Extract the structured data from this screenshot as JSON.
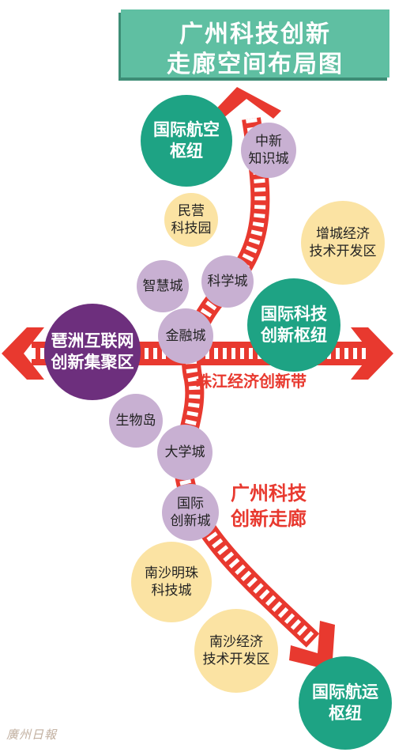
{
  "title": {
    "line1": "广州科技创新",
    "line2": "走廊空间布局图"
  },
  "hubs": {
    "airport": {
      "line1": "国际航空",
      "line2": "枢纽"
    },
    "tech": {
      "line1": "国际科技",
      "line2": "创新枢纽"
    },
    "internet": {
      "line1": "琶洲互联网",
      "line2": "创新集聚区"
    },
    "shipping": {
      "line1": "国际航运",
      "line2": "枢纽"
    }
  },
  "nodes": {
    "zhongxin": {
      "line1": "中新",
      "line2": "知识城"
    },
    "minying": {
      "line1": "民营",
      "line2": "科技园"
    },
    "zengcheng": {
      "line1": "增城经济",
      "line2": "技术开发区"
    },
    "zhihui": {
      "line1": "智慧城"
    },
    "kexue": {
      "line1": "科学城"
    },
    "jinrong": {
      "line1": "金融城"
    },
    "shengwu": {
      "line1": "生物岛"
    },
    "daxue": {
      "line1": "大学城"
    },
    "guoji": {
      "line1": "国际",
      "line2": "创新城"
    },
    "mingzhu": {
      "line1": "南沙明珠",
      "line2": "科技城"
    },
    "nansha": {
      "line1": "南沙经济",
      "line2": "技术开发区"
    }
  },
  "labels": {
    "belt": "珠江经济创新带",
    "corridor_line1": "广州科技",
    "corridor_line2": "创新走廊"
  },
  "watermark": "廣州日報",
  "colors": {
    "arrow_red": "#e8392f",
    "title_bg": "#5fbfa2",
    "hub_teal": "#1ea384",
    "hub_purple": "#6d2f7d",
    "node_lilac": "#c8b0d2",
    "node_cream": "#fbe3a3"
  }
}
